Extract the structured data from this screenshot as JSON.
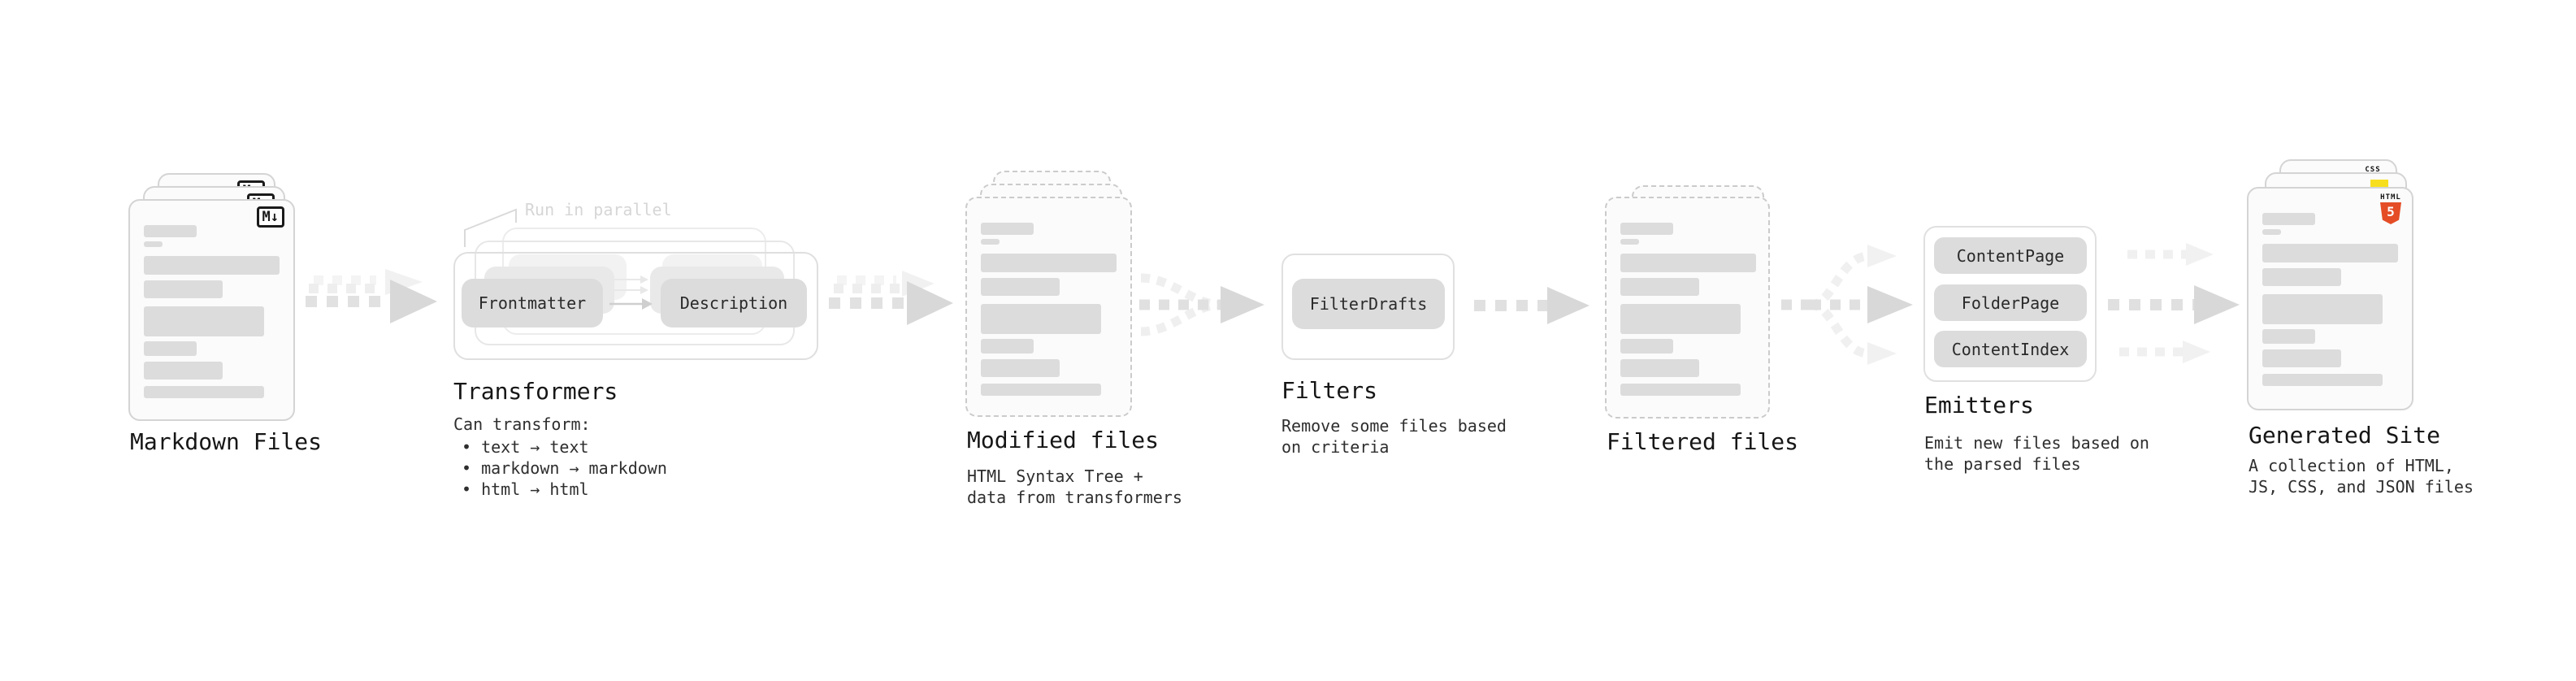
{
  "diagram": {
    "markdown_files": {
      "label": "Markdown Files",
      "file_badge": "M↓"
    },
    "transformers": {
      "label": "Transformers",
      "annotation": "Run in parallel",
      "pills": [
        "Frontmatter",
        "Description"
      ],
      "note_title": "Can transform:",
      "bullets": [
        "• text → text",
        "• markdown → markdown",
        "• html → html"
      ]
    },
    "modified_files": {
      "label": "Modified files",
      "subtitle_lines": [
        "HTML Syntax Tree +",
        "data from transformers"
      ]
    },
    "filters": {
      "label": "Filters",
      "pills": [
        "FilterDrafts"
      ],
      "subtitle_lines": [
        "Remove some files based",
        "on criteria"
      ]
    },
    "filtered_files": {
      "label": "Filtered files"
    },
    "emitters": {
      "label": "Emitters",
      "pills": [
        "ContentPage",
        "FolderPage",
        "ContentIndex"
      ],
      "subtitle_lines": [
        "Emit new files based on",
        "the parsed files"
      ]
    },
    "generated_site": {
      "label": "Generated Site",
      "subtitle_lines": [
        "A collection of HTML,",
        "JS, CSS, and JSON files"
      ],
      "badges": {
        "css": "CSS",
        "html": "HTML",
        "html_number": "5"
      }
    },
    "colors": {
      "background": "#ffffff",
      "card_bg": "#fbfbfb",
      "card_border": "#d4d4d4",
      "dashed_border": "#cbcbcb",
      "content_bar": "#dcdcdc",
      "pill_bg": "#dcdcdc",
      "pill_text": "#2a2a2a",
      "label_text": "#161616",
      "sub_text": "#2e2e2e",
      "faint_text": "#d6d6d6",
      "arrow": "#e0e0e0",
      "arrow_head": "#d8d8d8",
      "html5_orange": "#e44d26",
      "js_yellow": "#f7df1e",
      "css_blue": "#2d6ae3"
    }
  }
}
